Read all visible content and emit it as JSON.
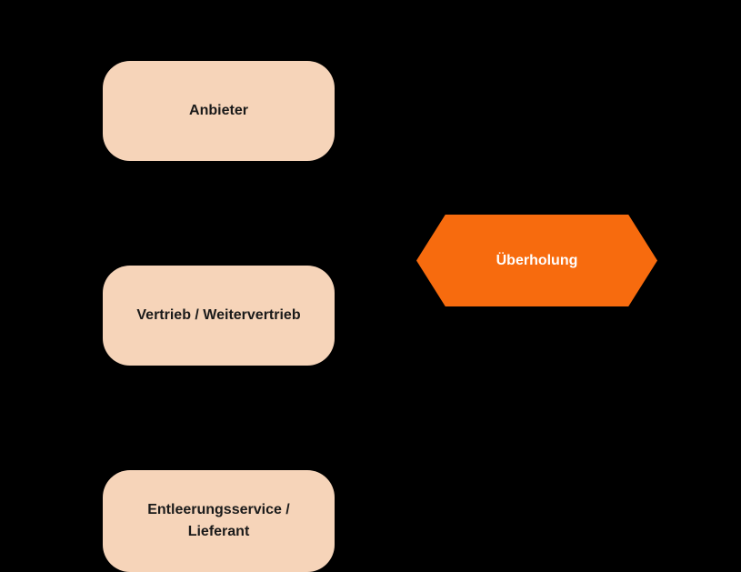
{
  "diagram": {
    "background_color": "#000000",
    "nodes": [
      {
        "id": "anbieter",
        "label": "Anbieter",
        "shape": "rounded-rectangle",
        "fill": "#F6D4B9",
        "text_color": "#1A1A1A"
      },
      {
        "id": "ueberholung",
        "label": "Überholung",
        "shape": "hexagon",
        "fill": "#F76B0E",
        "text_color": "#FFFFFF"
      },
      {
        "id": "vertrieb",
        "label": "Vertrieb / Weitervertrieb",
        "shape": "rounded-rectangle",
        "fill": "#F6D4B9",
        "text_color": "#1A1A1A"
      },
      {
        "id": "entleerung",
        "label": "Entleerungsservice / Lieferant",
        "shape": "rounded-rectangle",
        "fill": "#F6D4B9",
        "text_color": "#1A1A1A"
      }
    ]
  }
}
